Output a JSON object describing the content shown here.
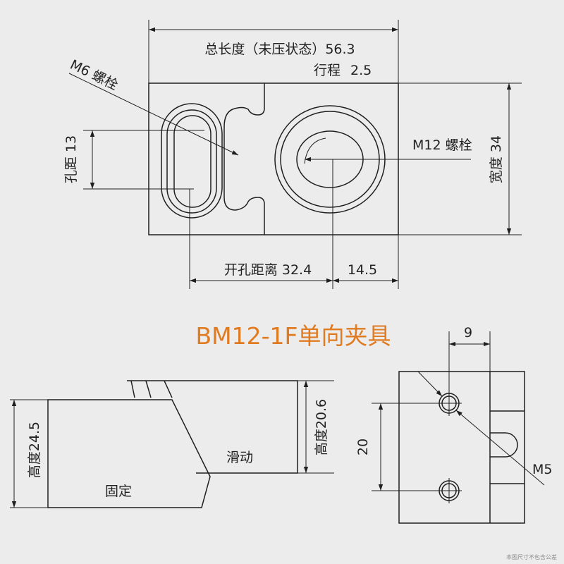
{
  "colors": {
    "background": "#ececec",
    "title": "#e07b22",
    "highlight": "#e02020",
    "line": "#1f1f1f"
  },
  "title": "BM12-1F单向夹具",
  "top_view": {
    "total_length_label": "总长度（未压状态）56.3",
    "stroke_label": "行程",
    "stroke_value": "2.5",
    "m6_bolt": "M6 螺栓",
    "m12_bolt": "M12 螺栓",
    "hole_spacing": "孔距 13",
    "width": "宽度 34",
    "opening_distance": "开孔距离 32.4",
    "offset": "14.5"
  },
  "side_view": {
    "height_fixed": "高度24.5",
    "height_sliding": "高度20.6",
    "sliding_label": "滑动",
    "fixed_label": "固定"
  },
  "end_view": {
    "dim_9": "9",
    "dim_20": "20",
    "m5": "M5"
  },
  "footnote": "本图尺寸不包含公差"
}
